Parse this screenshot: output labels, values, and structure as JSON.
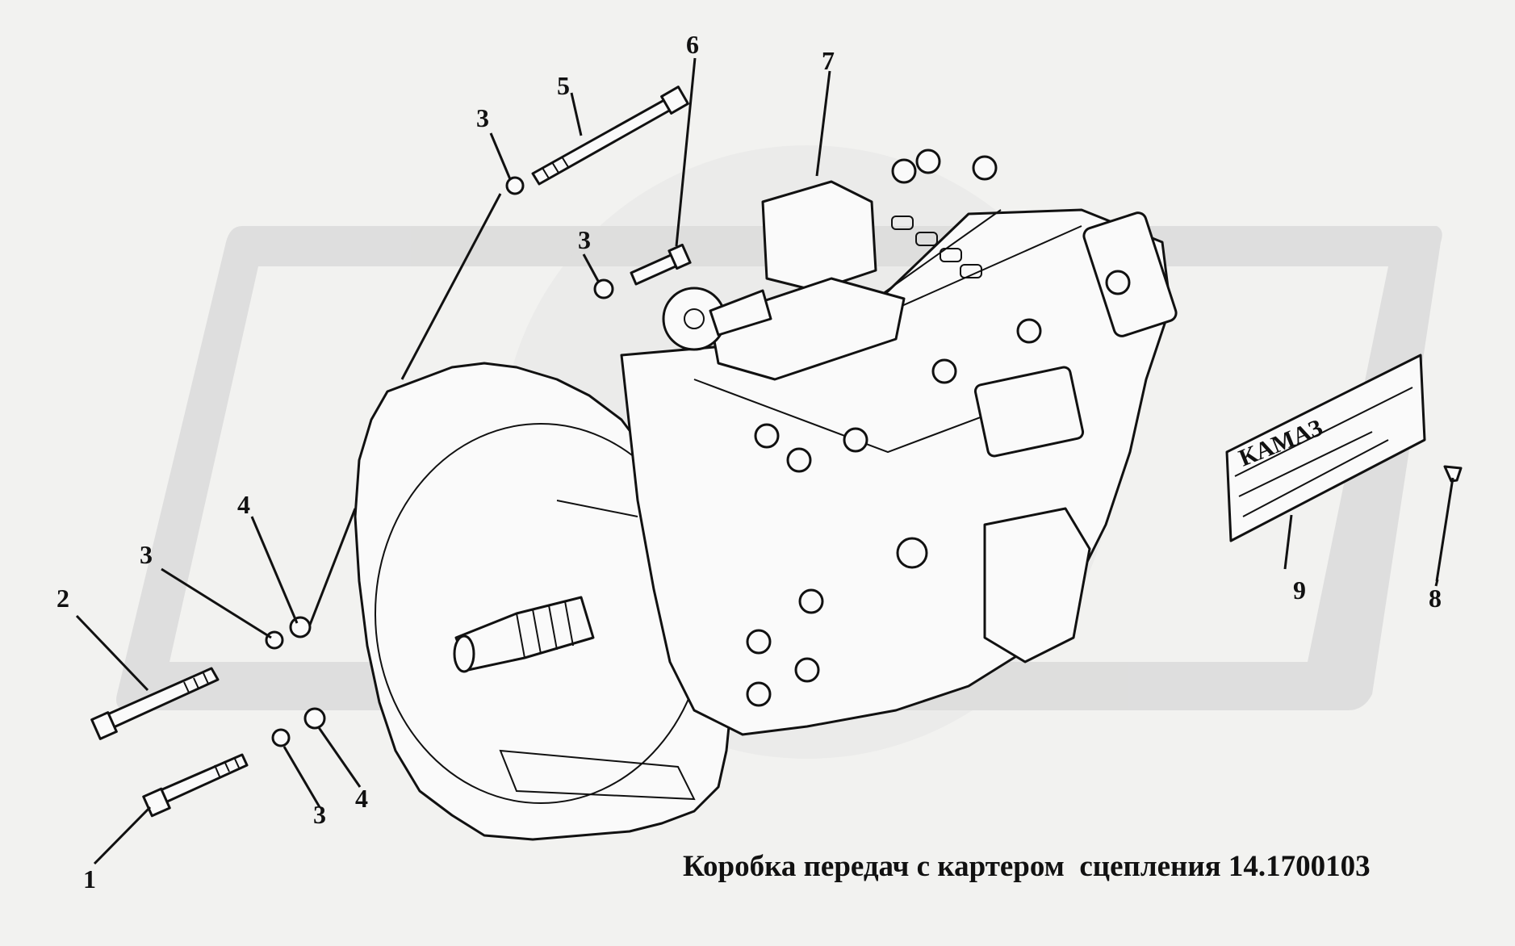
{
  "title": "Коробка передач с картером  сцепления 14.1700103",
  "callouts": [
    {
      "id": "callout-1",
      "text": "1"
    },
    {
      "id": "callout-2",
      "text": "2"
    },
    {
      "id": "callout-3a",
      "text": "3"
    },
    {
      "id": "callout-3b",
      "text": "3"
    },
    {
      "id": "callout-3c",
      "text": "3"
    },
    {
      "id": "callout-3d",
      "text": "3"
    },
    {
      "id": "callout-4a",
      "text": "4"
    },
    {
      "id": "callout-4b",
      "text": "4"
    },
    {
      "id": "callout-5",
      "text": "5"
    },
    {
      "id": "callout-6",
      "text": "6"
    },
    {
      "id": "callout-7",
      "text": "7"
    },
    {
      "id": "callout-8",
      "text": "8"
    },
    {
      "id": "callout-9",
      "text": "9"
    }
  ],
  "nameplate": {
    "brand": "КАМАЗ"
  },
  "colors": {
    "background": "#f2f2f0",
    "line": "#111111",
    "watermark": "#dcdcdc"
  }
}
